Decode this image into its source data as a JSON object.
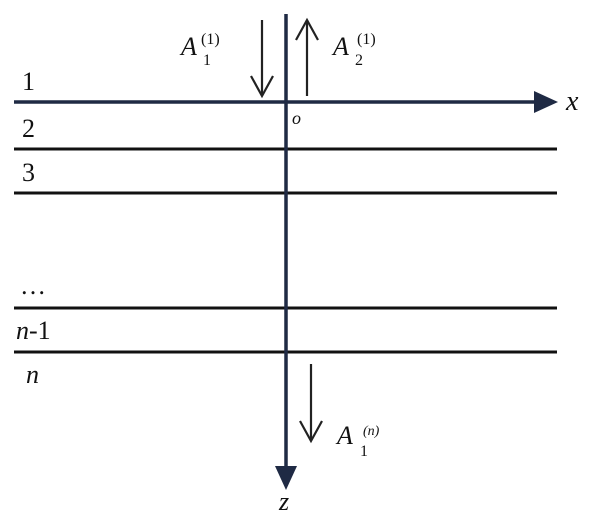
{
  "diagram": {
    "axes": {
      "x_label": "x",
      "z_label": "z",
      "origin_label": "o"
    },
    "layers": {
      "layer_1": "1",
      "layer_2": "2",
      "layer_3": "3",
      "ellipsis": "…",
      "layer_n_minus_1_prefix": "n",
      "layer_n_minus_1_suffix": "-1",
      "layer_n": "n"
    },
    "waves": {
      "incident": {
        "letter": "A",
        "subscript": "1",
        "superscript": "(1)"
      },
      "reflected": {
        "letter": "A",
        "subscript": "2",
        "superscript": "(1)"
      },
      "transmitted": {
        "letter": "A",
        "subscript": "1",
        "superscript": "(n)"
      }
    },
    "colors": {
      "axis": "#1f2a44",
      "interface": "#111111",
      "wave_arrow": "#222222"
    }
  }
}
